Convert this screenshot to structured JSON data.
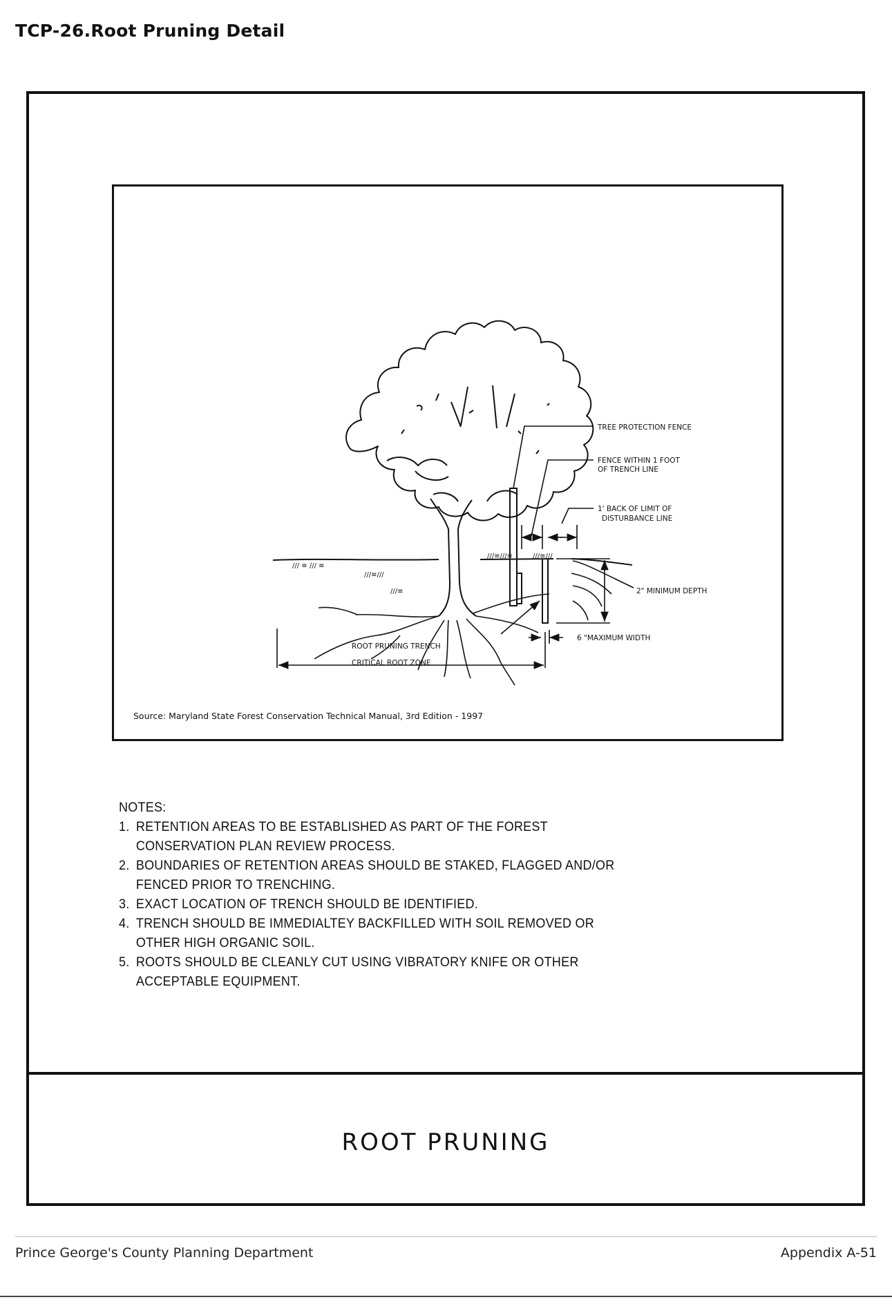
{
  "header": {
    "code": "TCP-26.",
    "title": "Root Pruning Detail"
  },
  "diagram": {
    "labels": {
      "tree_protection_fence": "TREE PROTECTION FENCE",
      "fence_within_1": "FENCE WITHIN 1 FOOT",
      "fence_within_2": "OF TRENCH LINE",
      "back_of_limit_1": "1' BACK OF LIMIT OF",
      "back_of_limit_2": "DISTURBANCE LINE",
      "min_depth": "2\" MINIMUM DEPTH",
      "max_width": "6 \"MAXIMUM WIDTH",
      "root_pruning_trench": "ROOT PRUNING TRENCH",
      "critical_root_zone": "CRITICAL ROOT ZONE"
    },
    "source": "Source: Maryland State Forest Conservation Technical Manual, 3rd Edition - 1997"
  },
  "notes": {
    "heading": "NOTES:",
    "items": [
      {
        "num": "1.",
        "text": "RETENTION AREAS TO BE ESTABLISHED AS PART OF THE FOREST CONSERVATION PLAN REVIEW PROCESS."
      },
      {
        "num": "2.",
        "text": "BOUNDARIES OF RETENTION AREAS SHOULD BE STAKED, FLAGGED AND/OR FENCED PRIOR TO TRENCHING."
      },
      {
        "num": "3.",
        "text": "EXACT LOCATION OF TRENCH SHOULD BE IDENTIFIED."
      },
      {
        "num": "4.",
        "text": "TRENCH SHOULD BE IMMEDIALTEY BACKFILLED WITH SOIL REMOVED OR OTHER HIGH ORGANIC SOIL."
      },
      {
        "num": "5.",
        "text": "ROOTS SHOULD BE CLEANLY CUT USING VIBRATORY KNIFE OR OTHER ACCEPTABLE EQUIPMENT."
      }
    ]
  },
  "title_block": {
    "title": "ROOT PRUNING"
  },
  "footer": {
    "left": "Prince George's County Planning Department",
    "right": "Appendix A-51"
  }
}
